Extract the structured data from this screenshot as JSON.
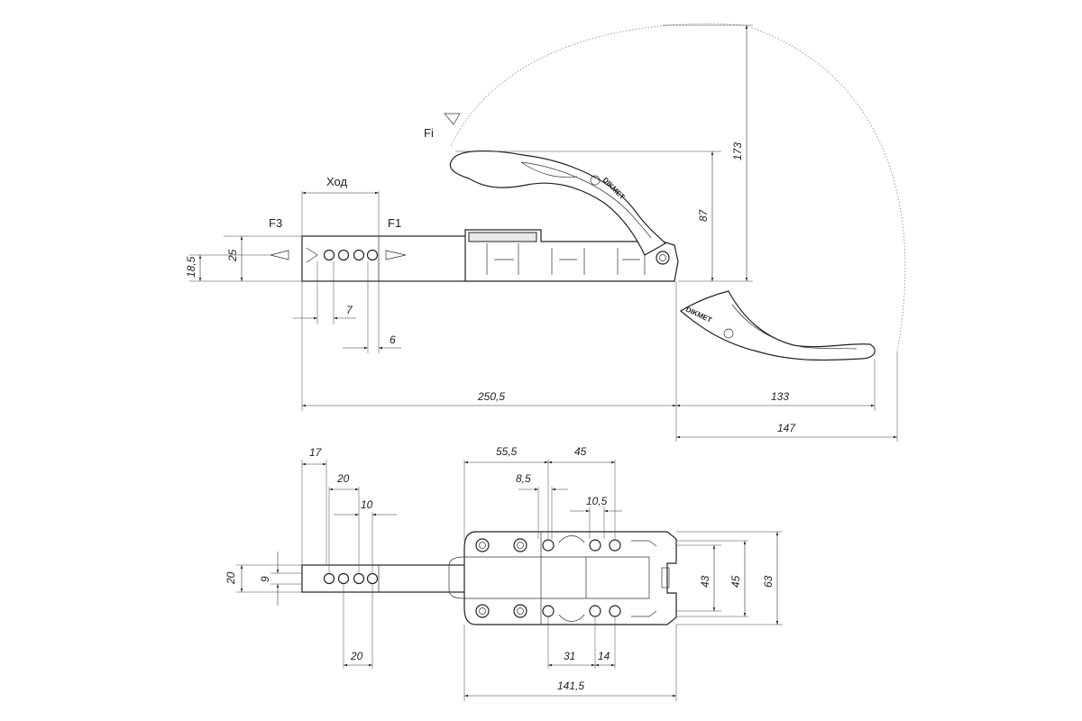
{
  "labels": {
    "stroke": "Ход",
    "f1": "F1",
    "f3": "F3",
    "fi": "Fi",
    "brand": "DIKMET"
  },
  "dimensions": {
    "side": {
      "d173": "173",
      "d87": "87",
      "d25": "25",
      "d18_5": "18,5",
      "d7": "7",
      "d6": "6",
      "d250_5": "250,5",
      "d133": "133",
      "d147": "147"
    },
    "top": {
      "d17": "17",
      "d20a": "20",
      "d10": "10",
      "d55_5": "55,5",
      "d45a": "45",
      "d8_5": "8,5",
      "d10_5": "10,5",
      "d20b": "20",
      "d9": "9",
      "d43": "43",
      "d45b": "45",
      "d63": "63",
      "d20c": "20",
      "d31": "31",
      "d14": "14",
      "d141_5": "141,5"
    }
  },
  "colors": {
    "line": "#222222",
    "background": "#ffffff"
  }
}
